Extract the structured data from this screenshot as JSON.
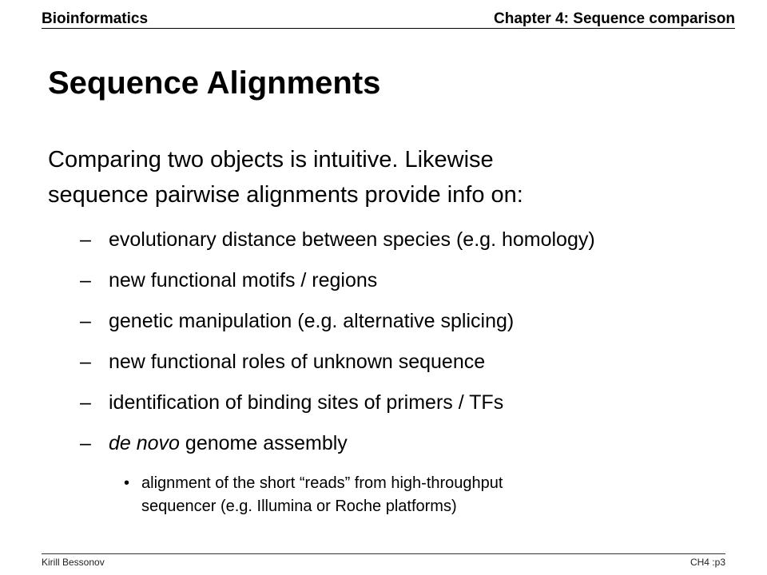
{
  "header": {
    "left": "Bioinformatics",
    "right": "Chapter 4: Sequence comparison"
  },
  "title": "Sequence Alignments",
  "intro": {
    "line1": "Comparing two objects is intuitive. Likewise",
    "line2": "sequence pairwise alignments provide info on:"
  },
  "bullets": {
    "dash": "–",
    "item1": "evolutionary distance between species (e.g. homology)",
    "item2": "new functional motifs / regions",
    "item3": "genetic manipulation (e.g. alternative splicing)",
    "item4": "new functional roles of unknown sequence",
    "item5": "identification of binding sites of primers / TFs",
    "item6_italic": "de novo",
    "item6_rest": " genome assembly",
    "sub_dot": "•",
    "sub_line1": "alignment of the short “reads” from high-throughput",
    "sub_line2": "sequencer (e.g. Illumina or Roche platforms)"
  },
  "footer": {
    "left": "Kirill Bessonov",
    "right": "CH4 :p3"
  }
}
